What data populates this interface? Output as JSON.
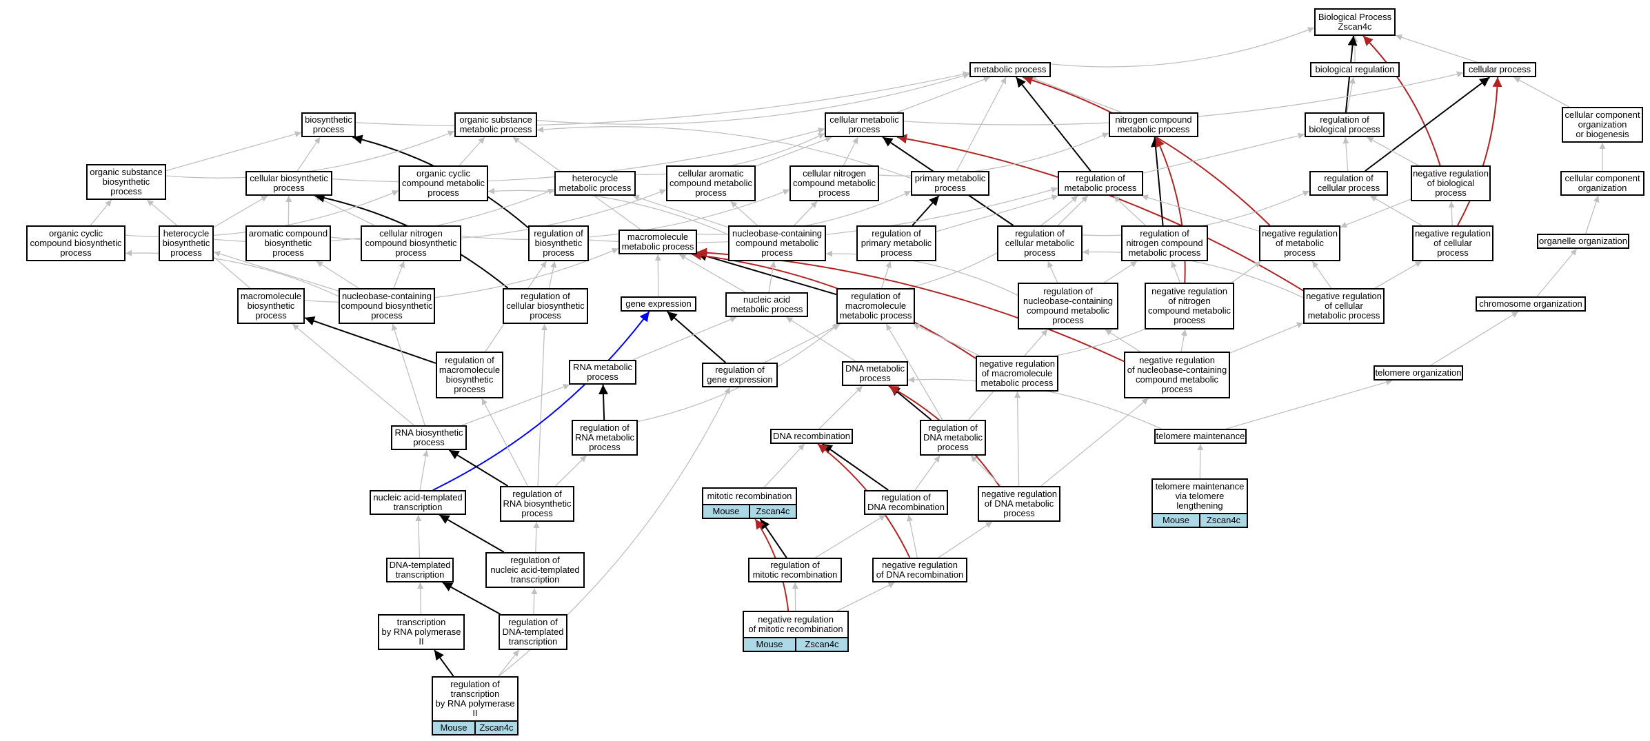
{
  "colors": {
    "gray": "#c0c0c0",
    "black": "#000000",
    "red": "#b22222",
    "blue": "#0000ff",
    "annotation": "#add8e6"
  },
  "nodes": [
    {
      "id": "bp",
      "label": "Biological Process\nZscan4c"
    },
    {
      "id": "metabolic",
      "label": "metabolic process"
    },
    {
      "id": "bioreg",
      "label": "biological regulation"
    },
    {
      "id": "cellular",
      "label": "cellular process"
    },
    {
      "id": "biosynthetic",
      "label": "biosynthetic\nprocess"
    },
    {
      "id": "orgsubst",
      "label": "organic substance\nmetabolic process"
    },
    {
      "id": "cellmet",
      "label": "cellular metabolic\nprocess"
    },
    {
      "id": "nitrogen",
      "label": "nitrogen compound\nmetabolic process"
    },
    {
      "id": "regbio",
      "label": "regulation of\nbiological process"
    },
    {
      "id": "ccob",
      "label": "cellular component\norganization\nor biogenesis"
    },
    {
      "id": "osbp",
      "label": "organic substance\nbiosynthetic\nprocess"
    },
    {
      "id": "cellbio",
      "label": "cellular biosynthetic\nprocess"
    },
    {
      "id": "occmp",
      "label": "organic cyclic\ncompound metabolic\nprocess"
    },
    {
      "id": "hetmet",
      "label": "heterocycle\nmetabolic process"
    },
    {
      "id": "aromet",
      "label": "cellular aromatic\ncompound metabolic\nprocess"
    },
    {
      "id": "cnitmet",
      "label": "cellular nitrogen\ncompound metabolic\nprocess"
    },
    {
      "id": "primary",
      "label": "primary metabolic\nprocess"
    },
    {
      "id": "regmet",
      "label": "regulation of\nmetabolic process"
    },
    {
      "id": "regcell",
      "label": "regulation of\ncellular process"
    },
    {
      "id": "negregbio",
      "label": "negative regulation\nof biological\nprocess"
    },
    {
      "id": "cco",
      "label": "cellular component\norganization"
    },
    {
      "id": "occbp",
      "label": "organic cyclic\ncompound biosynthetic\nprocess"
    },
    {
      "id": "hetbio",
      "label": "heterocycle\nbiosynthetic\nprocess"
    },
    {
      "id": "arobio",
      "label": "aromatic compound\nbiosynthetic\nprocess"
    },
    {
      "id": "cnitbio",
      "label": "cellular nitrogen\ncompound biosynthetic\nprocess"
    },
    {
      "id": "regbios",
      "label": "regulation of\nbiosynthetic\nprocess"
    },
    {
      "id": "macromet",
      "label": "macromolecule\nmetabolic process"
    },
    {
      "id": "nbcmet",
      "label": "nucleobase-containing\ncompound metabolic\nprocess"
    },
    {
      "id": "regprim",
      "label": "regulation of\nprimary metabolic\nprocess"
    },
    {
      "id": "regcellmet",
      "label": "regulation of\ncellular metabolic\nprocess"
    },
    {
      "id": "regnitmet",
      "label": "regulation of\nnitrogen compound\nmetabolic process"
    },
    {
      "id": "negregmet",
      "label": "negative regulation\nof metabolic\nprocess"
    },
    {
      "id": "negregcell",
      "label": "negative regulation\nof cellular\nprocess"
    },
    {
      "id": "orgorg",
      "label": "organelle organization"
    },
    {
      "id": "macrobio",
      "label": "macromolecule\nbiosynthetic\nprocess"
    },
    {
      "id": "nbcbio",
      "label": "nucleobase-containing\ncompound biosynthetic\nprocess"
    },
    {
      "id": "regcellbio",
      "label": "regulation of\ncellular biosynthetic\nprocess"
    },
    {
      "id": "geneexp",
      "label": "gene expression"
    },
    {
      "id": "nameta",
      "label": "nucleic acid\nmetabolic process"
    },
    {
      "id": "regmacromet",
      "label": "regulation of\nmacromolecule\nmetabolic process"
    },
    {
      "id": "regnbcmet",
      "label": "regulation of\nnucleobase-containing\ncompound metabolic\nprocess"
    },
    {
      "id": "negregnit",
      "label": "negative regulation\nof nitrogen\ncompound metabolic\nprocess"
    },
    {
      "id": "negregcellmet",
      "label": "negative regulation\nof cellular\nmetabolic process"
    },
    {
      "id": "chromorg",
      "label": "chromosome organization"
    },
    {
      "id": "regmacrobio",
      "label": "regulation of\nmacromolecule\nbiosynthetic\nprocess"
    },
    {
      "id": "rnamet",
      "label": "RNA metabolic\nprocess"
    },
    {
      "id": "reggeneexp",
      "label": "regulation of\ngene expression"
    },
    {
      "id": "dnamet",
      "label": "DNA metabolic\nprocess"
    },
    {
      "id": "negregmacromet",
      "label": "negative regulation\nof macromolecule\nmetabolic process"
    },
    {
      "id": "negregnbcmet",
      "label": "negative regulation\nof nucleobase-containing\ncompound metabolic\nprocess"
    },
    {
      "id": "telorg",
      "label": "telomere organization"
    },
    {
      "id": "rnabio",
      "label": "RNA biosynthetic\nprocess"
    },
    {
      "id": "regrnamet",
      "label": "regulation of\nRNA metabolic\nprocess"
    },
    {
      "id": "dnarecomb",
      "label": "DNA recombination"
    },
    {
      "id": "regdnamet",
      "label": "regulation of\nDNA metabolic\nprocess"
    },
    {
      "id": "telmaint",
      "label": "telomere maintenance"
    },
    {
      "id": "natrans",
      "label": "nucleic acid-templated\ntranscription"
    },
    {
      "id": "regrnabio",
      "label": "regulation of\nRNA biosynthetic\nprocess"
    },
    {
      "id": "mitrecomb",
      "label": "mitotic recombination",
      "tags": [
        "Mouse",
        "Zscan4c"
      ]
    },
    {
      "id": "regdnarecomb",
      "label": "regulation of\nDNA recombination"
    },
    {
      "id": "negregdnamet",
      "label": "negative regulation\nof DNA metabolic\nprocess"
    },
    {
      "id": "telmaintlen",
      "label": "telomere maintenance\nvia telomere\nlengthening",
      "tags": [
        "Mouse",
        "Zscan4c"
      ]
    },
    {
      "id": "dnatrans",
      "label": "DNA-templated\ntranscription"
    },
    {
      "id": "regnatrans",
      "label": "regulation of\nnucleic acid-templated\ntranscription"
    },
    {
      "id": "regmitrecomb",
      "label": "regulation of\nmitotic recombination"
    },
    {
      "id": "negregdnarecomb",
      "label": "negative regulation\nof DNA recombination"
    },
    {
      "id": "transrnapol",
      "label": "transcription\nby RNA polymerase\nII"
    },
    {
      "id": "regdnatrans",
      "label": "regulation of\nDNA-templated\ntranscription"
    },
    {
      "id": "negregmitrecomb",
      "label": "negative regulation\nof mitotic recombination",
      "tags": [
        "Mouse",
        "Zscan4c"
      ]
    },
    {
      "id": "regtransrnapol",
      "label": "regulation of\ntranscription\nby RNA polymerase\nII",
      "tags": [
        "Mouse",
        "Zscan4c"
      ]
    }
  ],
  "edges": [
    [
      "metabolic",
      "bp",
      "gray"
    ],
    [
      "bioreg",
      "bp",
      "gray"
    ],
    [
      "cellular",
      "bp",
      "gray"
    ],
    [
      "regbio",
      "bp",
      "black"
    ],
    [
      "negregbio",
      "bp",
      "red"
    ],
    [
      "biosynthetic",
      "metabolic",
      "gray"
    ],
    [
      "orgsubst",
      "metabolic",
      "gray"
    ],
    [
      "cellmet",
      "metabolic",
      "gray"
    ],
    [
      "nitrogen",
      "metabolic",
      "gray"
    ],
    [
      "primary",
      "metabolic",
      "gray"
    ],
    [
      "regmet",
      "metabolic",
      "black"
    ],
    [
      "negregmet",
      "metabolic",
      "red"
    ],
    [
      "regbio",
      "bioreg",
      "gray"
    ],
    [
      "cellmet",
      "cellular",
      "gray"
    ],
    [
      "regcell",
      "cellular",
      "black"
    ],
    [
      "negregcell",
      "cellular",
      "red"
    ],
    [
      "ccob",
      "cellular",
      "gray"
    ],
    [
      "osbp",
      "biosynthetic",
      "gray"
    ],
    [
      "cellbio",
      "biosynthetic",
      "gray"
    ],
    [
      "regbios",
      "biosynthetic",
      "black"
    ],
    [
      "osbp",
      "orgsubst",
      "gray"
    ],
    [
      "occmp",
      "orgsubst",
      "gray"
    ],
    [
      "macromet",
      "orgsubst",
      "gray"
    ],
    [
      "primary",
      "orgsubst",
      "gray"
    ],
    [
      "cellbio",
      "cellmet",
      "gray"
    ],
    [
      "hetmet",
      "cellmet",
      "gray"
    ],
    [
      "aromet",
      "cellmet",
      "gray"
    ],
    [
      "cnitmet",
      "cellmet",
      "gray"
    ],
    [
      "regcellmet",
      "cellmet",
      "black"
    ],
    [
      "negregcellmet",
      "cellmet",
      "red"
    ],
    [
      "cnitmet",
      "nitrogen",
      "gray"
    ],
    [
      "regnitmet",
      "nitrogen",
      "black"
    ],
    [
      "negregnit",
      "nitrogen",
      "red"
    ],
    [
      "regmet",
      "regbio",
      "gray"
    ],
    [
      "regcell",
      "regbio",
      "gray"
    ],
    [
      "negregbio",
      "regbio",
      "gray"
    ],
    [
      "cco",
      "ccob",
      "gray"
    ],
    [
      "orgorg",
      "cco",
      "gray"
    ],
    [
      "chromorg",
      "orgorg",
      "gray"
    ],
    [
      "telorg",
      "chromorg",
      "gray"
    ],
    [
      "telmaint",
      "telorg",
      "gray"
    ],
    [
      "telmaintlen",
      "telmaint",
      "gray"
    ],
    [
      "telmaint",
      "dnamet",
      "gray"
    ],
    [
      "occbp",
      "osbp",
      "gray"
    ],
    [
      "macrobio",
      "osbp",
      "gray"
    ],
    [
      "hetbio",
      "cellbio",
      "gray"
    ],
    [
      "arobio",
      "cellbio",
      "gray"
    ],
    [
      "cnitbio",
      "cellbio",
      "gray"
    ],
    [
      "regcellbio",
      "cellbio",
      "black"
    ],
    [
      "occbp",
      "occmp",
      "gray"
    ],
    [
      "nbcmet",
      "occmp",
      "gray"
    ],
    [
      "hetbio",
      "hetmet",
      "gray"
    ],
    [
      "nbcmet",
      "hetmet",
      "gray"
    ],
    [
      "arobio",
      "aromet",
      "gray"
    ],
    [
      "nbcmet",
      "aromet",
      "gray"
    ],
    [
      "cnitbio",
      "cnitmet",
      "gray"
    ],
    [
      "nbcmet",
      "cnitmet",
      "gray"
    ],
    [
      "macromet",
      "primary",
      "gray"
    ],
    [
      "regprim",
      "primary",
      "black"
    ],
    [
      "regbios",
      "regmet",
      "gray"
    ],
    [
      "regprim",
      "regmet",
      "gray"
    ],
    [
      "regcellmet",
      "regmet",
      "gray"
    ],
    [
      "regnitmet",
      "regmet",
      "gray"
    ],
    [
      "negregmet",
      "regmet",
      "gray"
    ],
    [
      "regmacromet",
      "regmet",
      "gray"
    ],
    [
      "regcellmet",
      "regcell",
      "gray"
    ],
    [
      "negregcell",
      "regcell",
      "gray"
    ],
    [
      "negregbio",
      "negregmet",
      "gray"
    ],
    [
      "negregcell",
      "negregbio",
      "gray"
    ],
    [
      "nbcbio",
      "occbp",
      "gray"
    ],
    [
      "nbcbio",
      "hetbio",
      "gray"
    ],
    [
      "nbcbio",
      "arobio",
      "gray"
    ],
    [
      "nbcbio",
      "cnitbio",
      "gray"
    ],
    [
      "regcellbio",
      "regbios",
      "gray"
    ],
    [
      "regmacrobio",
      "regbios",
      "gray"
    ],
    [
      "geneexp",
      "macromet",
      "gray"
    ],
    [
      "nameta",
      "macromet",
      "gray"
    ],
    [
      "regmacromet",
      "macromet",
      "black"
    ],
    [
      "negregmacromet",
      "macromet",
      "red"
    ],
    [
      "negregnbcmet",
      "macromet",
      "red"
    ],
    [
      "macrobio",
      "macromet",
      "gray"
    ],
    [
      "nameta",
      "nbcmet",
      "gray"
    ],
    [
      "regnbcmet",
      "nbcmet",
      "gray"
    ],
    [
      "regmacromet",
      "regprim",
      "gray"
    ],
    [
      "regnbcmet",
      "regcellmet",
      "gray"
    ],
    [
      "negregcellmet",
      "regcellmet",
      "gray"
    ],
    [
      "regnbcmet",
      "regnitmet",
      "gray"
    ],
    [
      "negregnit",
      "regnitmet",
      "gray"
    ],
    [
      "negregmacromet",
      "negregmet",
      "gray"
    ],
    [
      "negregnbcmet",
      "negregnit",
      "gray"
    ],
    [
      "negregcellmet",
      "negregcell",
      "gray"
    ],
    [
      "negregcellmet",
      "negregmet",
      "gray"
    ],
    [
      "regmacrobio",
      "macrobio",
      "black"
    ],
    [
      "rnabio",
      "macrobio",
      "gray"
    ],
    [
      "rnabio",
      "nbcbio",
      "gray"
    ],
    [
      "regrnabio",
      "regcellbio",
      "gray"
    ],
    [
      "reggeneexp",
      "geneexp",
      "black"
    ],
    [
      "natrans",
      "geneexp",
      "blue"
    ],
    [
      "rnamet",
      "nameta",
      "gray"
    ],
    [
      "dnamet",
      "nameta",
      "gray"
    ],
    [
      "reggeneexp",
      "regmacromet",
      "gray"
    ],
    [
      "regrnamet",
      "regmacromet",
      "gray"
    ],
    [
      "regdnamet",
      "regmacromet",
      "gray"
    ],
    [
      "negregmacromet",
      "regmacromet",
      "gray"
    ],
    [
      "regdnamet",
      "regnbcmet",
      "gray"
    ],
    [
      "negregnbcmet",
      "regnbcmet",
      "gray"
    ],
    [
      "negregnbcmet",
      "negregcellmet",
      "gray"
    ],
    [
      "negregdnamet",
      "negregnbcmet",
      "gray"
    ],
    [
      "negregdnamet",
      "negregmacromet",
      "gray"
    ],
    [
      "rnabio",
      "rnamet",
      "gray"
    ],
    [
      "regrnamet",
      "rnamet",
      "black"
    ],
    [
      "regrnabio",
      "regmacrobio",
      "gray"
    ],
    [
      "regrnabio",
      "regrnamet",
      "gray"
    ],
    [
      "regrnabio",
      "rnabio",
      "black"
    ],
    [
      "natrans",
      "rnabio",
      "gray"
    ],
    [
      "regtransrnapol",
      "reggeneexp",
      "gray"
    ],
    [
      "dnarecomb",
      "dnamet",
      "gray"
    ],
    [
      "regdnamet",
      "dnamet",
      "black"
    ],
    [
      "negregdnamet",
      "dnamet",
      "red"
    ],
    [
      "mitrecomb",
      "dnarecomb",
      "gray"
    ],
    [
      "regdnarecomb",
      "dnarecomb",
      "black"
    ],
    [
      "negregdnarecomb",
      "dnarecomb",
      "red"
    ],
    [
      "regdnarecomb",
      "regdnamet",
      "gray"
    ],
    [
      "negregdnamet",
      "regdnamet",
      "gray"
    ],
    [
      "negregdnarecomb",
      "negregdnamet",
      "gray"
    ],
    [
      "dnatrans",
      "natrans",
      "gray"
    ],
    [
      "regnatrans",
      "natrans",
      "black"
    ],
    [
      "regnatrans",
      "regrnabio",
      "gray"
    ],
    [
      "regmitrecomb",
      "mitrecomb",
      "black"
    ],
    [
      "negregmitrecomb",
      "mitrecomb",
      "red"
    ],
    [
      "regmitrecomb",
      "regdnarecomb",
      "gray"
    ],
    [
      "negregdnarecomb",
      "regdnarecomb",
      "gray"
    ],
    [
      "negregmitrecomb",
      "regmitrecomb",
      "gray"
    ],
    [
      "negregmitrecomb",
      "negregdnarecomb",
      "gray"
    ],
    [
      "transrnapol",
      "dnatrans",
      "gray"
    ],
    [
      "regdnatrans",
      "dnatrans",
      "black"
    ],
    [
      "regdnatrans",
      "regnatrans",
      "gray"
    ],
    [
      "regtransrnapol",
      "transrnapol",
      "black"
    ],
    [
      "regtransrnapol",
      "regdnatrans",
      "gray"
    ]
  ]
}
